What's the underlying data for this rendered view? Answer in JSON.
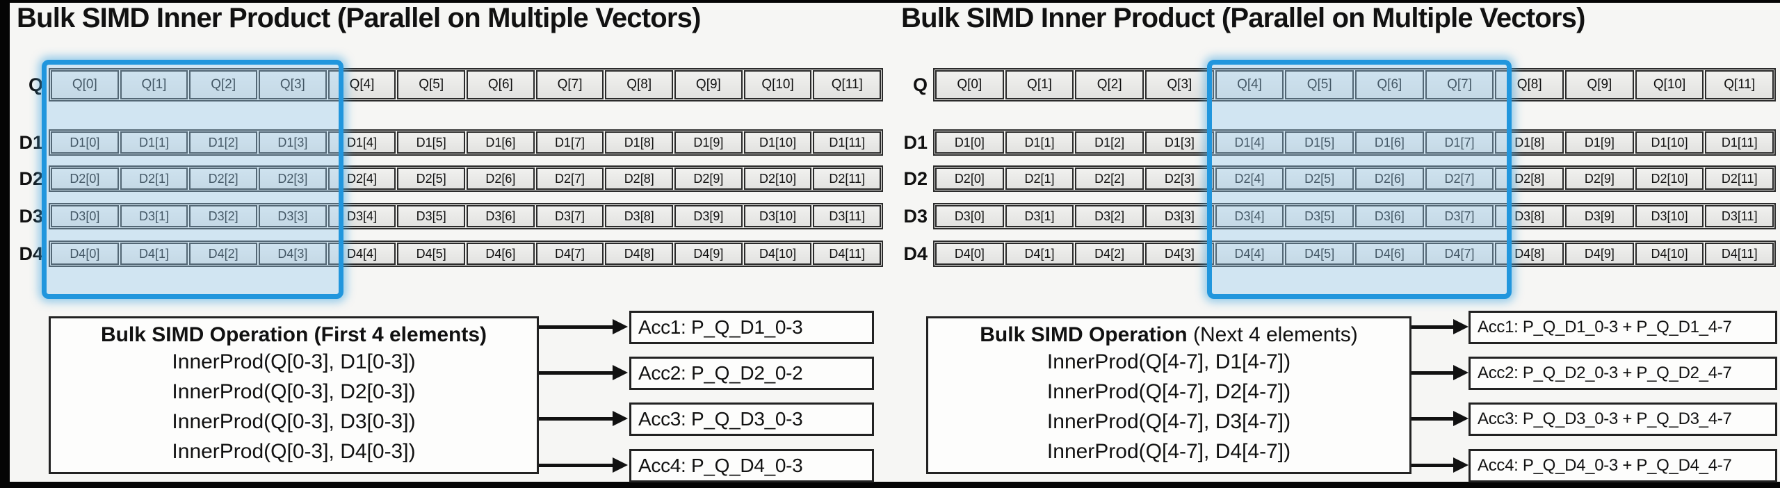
{
  "colors": {
    "highlight_border": "#2196DD",
    "highlight_fill": "#A9CFEC",
    "cell_bg": "#E8E8E6",
    "cell_border": "#2B2B2B",
    "arrow": "#111111",
    "page_bg": "#F6F6F4"
  },
  "panels": [
    {
      "title": "Bulk SIMD Inner Product (Parallel on Multiple Vectors)",
      "highlighted_columns": "0-3",
      "rows": [
        {
          "label": "Q",
          "cells": [
            "Q[0]",
            "Q[1]",
            "Q[2]",
            "Q[3]",
            "Q[4]",
            "Q[5]",
            "Q[6]",
            "Q[7]",
            "Q[8]",
            "Q[9]",
            "Q[10]",
            "Q[11]"
          ]
        },
        {
          "label": "D1",
          "cells": [
            "D1[0]",
            "D1[1]",
            "D1[2]",
            "D1[3]",
            "D1[4]",
            "D1[5]",
            "D1[6]",
            "D1[7]",
            "D1[8]",
            "D1[9]",
            "D1[10]",
            "D1[11]"
          ]
        },
        {
          "label": "D2",
          "cells": [
            "D2[0]",
            "D2[1]",
            "D2[2]",
            "D2[3]",
            "D2[4]",
            "D2[5]",
            "D2[6]",
            "D2[7]",
            "D2[8]",
            "D2[9]",
            "D2[10]",
            "D2[11]"
          ]
        },
        {
          "label": "D3",
          "cells": [
            "D3[0]",
            "D3[1]",
            "D3[2]",
            "D3[3]",
            "D3[4]",
            "D3[5]",
            "D3[6]",
            "D3[7]",
            "D3[8]",
            "D3[9]",
            "D3[10]",
            "D3[11]"
          ]
        },
        {
          "label": "D4",
          "cells": [
            "D4[0]",
            "D4[1]",
            "D4[2]",
            "D4[3]",
            "D4[4]",
            "D4[5]",
            "D4[6]",
            "D4[7]",
            "D4[8]",
            "D4[9]",
            "D4[10]",
            "D4[11]"
          ]
        }
      ],
      "operation_box": {
        "heading_bold": "Bulk SIMD Operation",
        "heading_rest": " (First 4 elements)",
        "lines": [
          "InnerProd(Q[0-3], D1[0-3])",
          "InnerProd(Q[0-3], D2[0-3])",
          "InnerProd(Q[0-3], D3[0-3])",
          "InnerProd(Q[0-3], D4[0-3])"
        ]
      },
      "accumulators": [
        "Acc1: P_Q_D1_0-3",
        "Acc2: P_Q_D2_0-2",
        "Acc3: P_Q_D3_0-3",
        "Acc4: P_Q_D4_0-3"
      ]
    },
    {
      "title": "Bulk SIMD Inner Product (Parallel on Multiple Vectors)",
      "highlighted_columns": "4-7",
      "rows": [
        {
          "label": "Q",
          "cells": [
            "Q[0]",
            "Q[1]",
            "Q[2]",
            "Q[3]",
            "Q[4]",
            "Q[5]",
            "Q[6]",
            "Q[7]",
            "Q[8]",
            "Q[9]",
            "Q[10]",
            "Q[11]"
          ]
        },
        {
          "label": "D1",
          "cells": [
            "D1[0]",
            "D1[1]",
            "D1[2]",
            "D1[3]",
            "D1[4]",
            "D1[5]",
            "D1[6]",
            "D1[7]",
            "D1[8]",
            "D1[9]",
            "D1[10]",
            "D1[11]"
          ]
        },
        {
          "label": "D2",
          "cells": [
            "D2[0]",
            "D2[1]",
            "D2[2]",
            "D2[3]",
            "D2[4]",
            "D2[5]",
            "D2[6]",
            "D2[7]",
            "D2[8]",
            "D2[9]",
            "D2[10]",
            "D2[11]"
          ]
        },
        {
          "label": "D3",
          "cells": [
            "D3[0]",
            "D3[1]",
            "D3[2]",
            "D3[3]",
            "D3[4]",
            "D3[5]",
            "D3[6]",
            "D3[7]",
            "D3[8]",
            "D3[9]",
            "D3[10]",
            "D3[11]"
          ]
        },
        {
          "label": "D4",
          "cells": [
            "D4[0]",
            "D4[1]",
            "D4[2]",
            "D4[3]",
            "D4[4]",
            "D4[5]",
            "D4[6]",
            "D4[7]",
            "D4[8]",
            "D4[9]",
            "D4[10]",
            "D4[11]"
          ]
        }
      ],
      "operation_box": {
        "heading_bold": "Bulk SIMD Operation",
        "heading_rest": " (Next 4 elements)",
        "lines": [
          "InnerProd(Q[4-7], D1[4-7])",
          "InnerProd(Q[4-7], D2[4-7])",
          "InnerProd(Q[4-7], D3[4-7])",
          "InnerProd(Q[4-7], D4[4-7])"
        ]
      },
      "accumulators": [
        "Acc1: P_Q_D1_0-3 + P_Q_D1_4-7",
        "Acc2: P_Q_D2_0-3 + P_Q_D2_4-7",
        "Acc3: P_Q_D3_0-3 + P_Q_D3_4-7",
        "Acc4: P_Q_D4_0-3 + P_Q_D4_4-7"
      ]
    }
  ]
}
